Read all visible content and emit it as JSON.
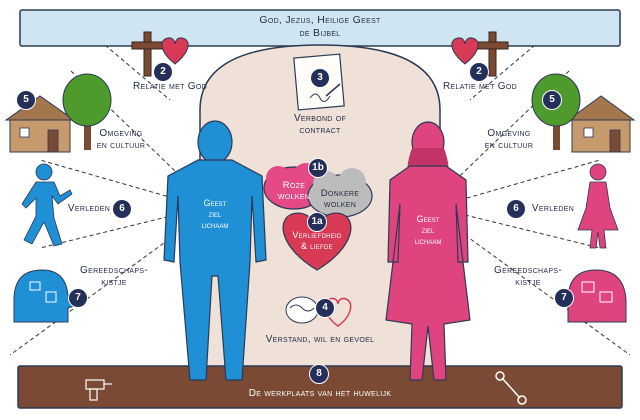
{
  "banner": {
    "line1": "God, Jezus, Heilige Geest",
    "line2": "de Bijbel"
  },
  "left": {
    "relation": "Relatie met God",
    "environment_1": "Omgeving",
    "environment_2": "en cultuur",
    "past": "Verleden",
    "toolbox_1": "Gereedschaps-",
    "toolbox_2": "kistje",
    "body_1": "Geest",
    "body_2": "ziel",
    "body_3": "lichaam"
  },
  "right": {
    "relation": "Relatie met God",
    "environment_1": "Omgeving",
    "environment_2": "en cultuur",
    "past": "Verleden",
    "toolbox_1": "Gereedschaps-",
    "toolbox_2": "kistje",
    "body_1": "Geest",
    "body_2": "ziel",
    "body_3": "lichaam"
  },
  "center": {
    "covenant_1": "Verbond of",
    "covenant_2": "contract",
    "pink_1": "Roze",
    "pink_2": "wolken",
    "dark_1": "Donkere",
    "dark_2": "wolken",
    "love_1": "Verliefdheid",
    "love_2": "& liefde",
    "mind": "Verstand, wil en gevoel"
  },
  "footer": {
    "label": "De werkplaats van het huwelijk"
  },
  "badges": {
    "relation": "2",
    "covenant": "3",
    "love": "1a",
    "clouds": "1b",
    "mind": "4",
    "environment": "5",
    "past": "6",
    "toolbox": "7",
    "workshop": "8"
  },
  "colors": {
    "banner": "#cfe6f2",
    "arch": "#efe1d8",
    "floor": "#7a4a34",
    "man": "#1f8fd6",
    "woman": "#e0447e",
    "badge": "#25305a",
    "heart": "#d83a56",
    "cross": "#7a4a34",
    "tree": "#4f9a2c",
    "house": "#c79a6e"
  }
}
